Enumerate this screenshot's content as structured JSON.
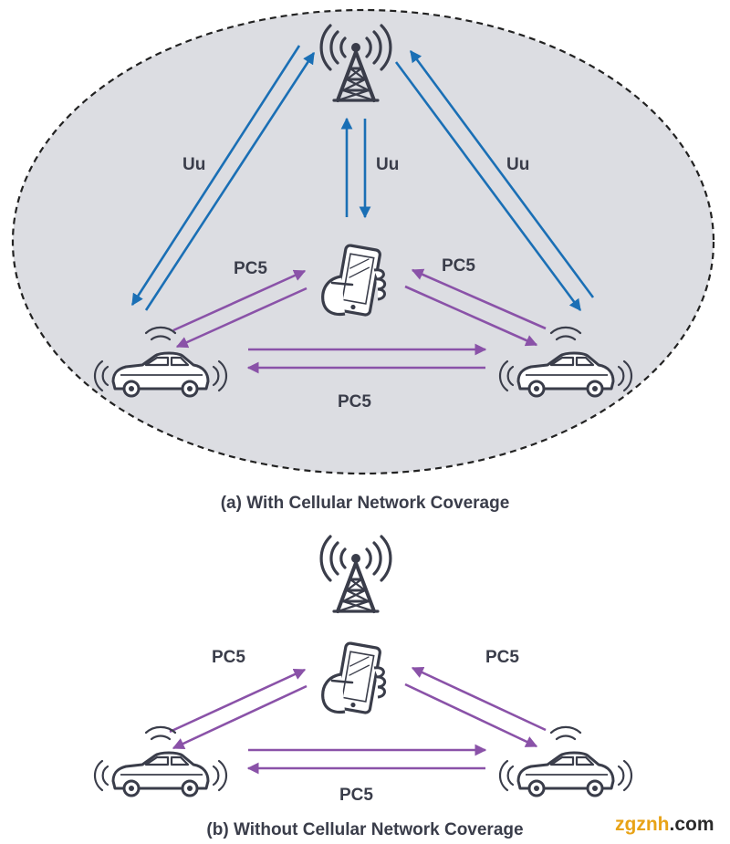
{
  "colors": {
    "uu_link": "#1a6fb5",
    "pc5_link": "#8a52a8",
    "icon": "#3a3d4a",
    "coverage_fill": "#dcdde2",
    "coverage_stroke": "#222222"
  },
  "panel_a": {
    "caption": "(a) With Cellular Network Coverage",
    "uu_left": "Uu",
    "uu_center": "Uu",
    "uu_right": "Uu",
    "pc5_left": "PC5",
    "pc5_right": "PC5",
    "pc5_bottom": "PC5"
  },
  "panel_b": {
    "caption": "(b) Without Cellular Network Coverage",
    "pc5_left": "PC5",
    "pc5_right": "PC5",
    "pc5_bottom": "PC5"
  },
  "watermark": {
    "name": "zgznh",
    "suffix": ".com"
  },
  "icons": [
    "cell-tower-icon",
    "smartphone-hand-icon",
    "connected-car-icon"
  ]
}
